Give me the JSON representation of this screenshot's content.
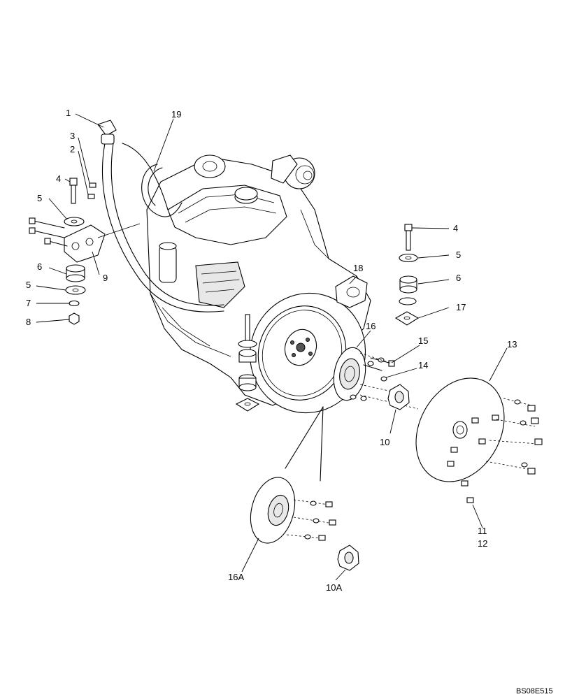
{
  "diagram": {
    "drawing_code": "BS08E515",
    "callouts": [
      {
        "id": "c1",
        "text": "1"
      },
      {
        "id": "c19",
        "text": "19"
      },
      {
        "id": "c3",
        "text": "3"
      },
      {
        "id": "c2",
        "text": "2"
      },
      {
        "id": "c4a",
        "text": "4"
      },
      {
        "id": "c5a",
        "text": "5"
      },
      {
        "id": "c9",
        "text": "9"
      },
      {
        "id": "c6a",
        "text": "6"
      },
      {
        "id": "c5b",
        "text": "5"
      },
      {
        "id": "c7",
        "text": "7"
      },
      {
        "id": "c8",
        "text": "8"
      },
      {
        "id": "c4b",
        "text": "4"
      },
      {
        "id": "c5c",
        "text": "5"
      },
      {
        "id": "c6b",
        "text": "6"
      },
      {
        "id": "c17",
        "text": "17"
      },
      {
        "id": "c18",
        "text": "18"
      },
      {
        "id": "c16",
        "text": "16"
      },
      {
        "id": "c15",
        "text": "15"
      },
      {
        "id": "c14",
        "text": "14"
      },
      {
        "id": "c13",
        "text": "13"
      },
      {
        "id": "c10",
        "text": "10"
      },
      {
        "id": "c11",
        "text": "11"
      },
      {
        "id": "c12",
        "text": "12"
      },
      {
        "id": "c16A",
        "text": "16A"
      },
      {
        "id": "c10A",
        "text": "10A"
      }
    ]
  }
}
